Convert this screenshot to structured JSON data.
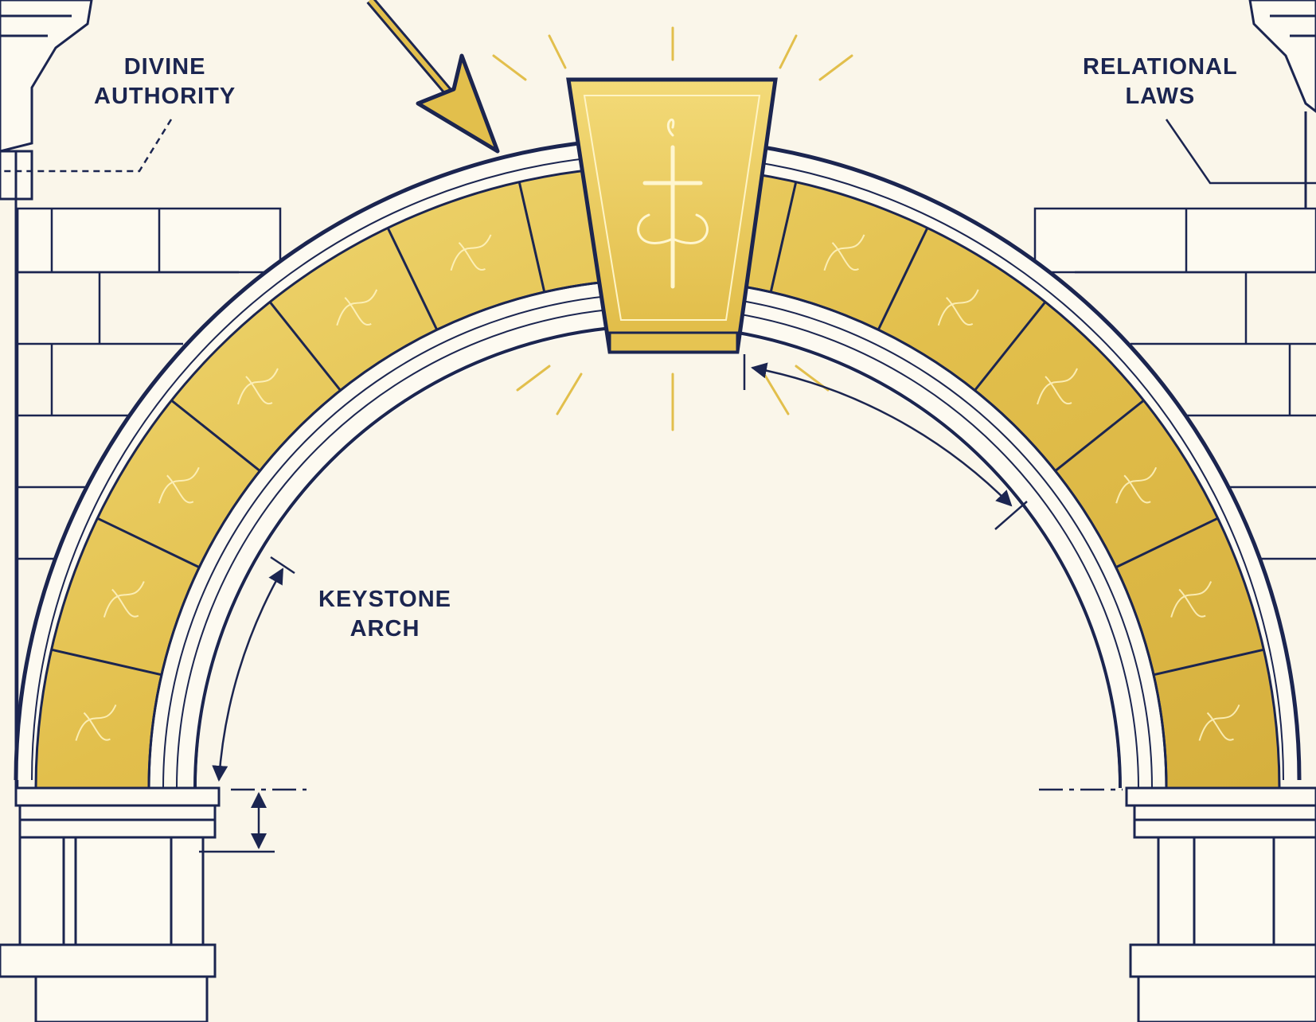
{
  "labels": {
    "divine_authority": {
      "line1": "DIVINE",
      "line2": "AUTHORITY"
    },
    "relational_laws": {
      "line1": "RELATIONAL",
      "line2": "LAWS"
    },
    "keystone_arch": {
      "line1": "KEYSTONE",
      "line2": "ARCH"
    }
  },
  "colors": {
    "paper": "#faf6ea",
    "ink": "#1b2550",
    "gold": "#e3c24f",
    "gold_light": "#f3df8a",
    "stone": "#fdfaf1"
  },
  "icons": {
    "keystone_emblem": "cross-icon",
    "pointer": "arrow-icon"
  }
}
